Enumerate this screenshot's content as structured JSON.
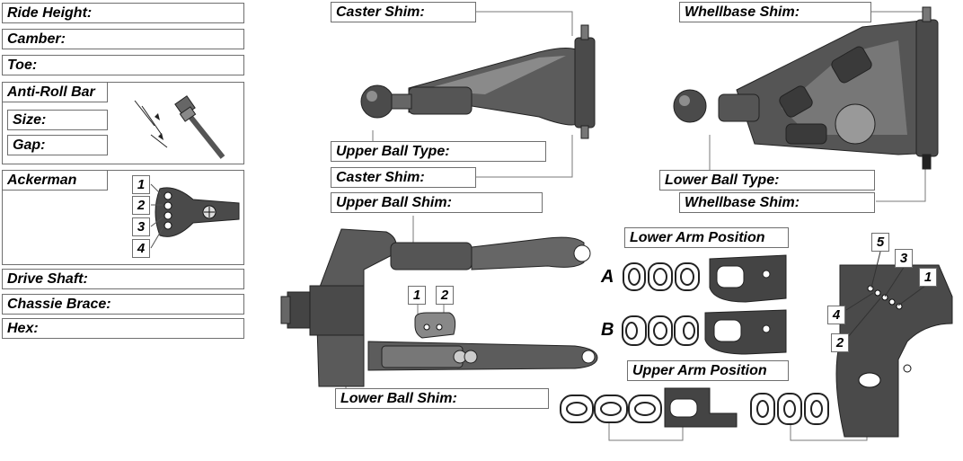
{
  "settings": {
    "ride_height": "Ride Height:",
    "camber": "Camber:",
    "toe": "Toe:",
    "anti_roll_bar": "Anti-Roll Bar",
    "size": "Size:",
    "gap": "Gap:",
    "ackerman": "Ackerman",
    "ackerman_numbers": [
      "1",
      "2",
      "3",
      "4"
    ],
    "drive_shaft": "Drive Shaft:",
    "chassie_brace": "Chassie Brace:",
    "hex": "Hex:"
  },
  "upper_arm": {
    "caster_shim_top": "Caster Shim:",
    "upper_ball_type": "Upper Ball Type:",
    "caster_shim_bottom": "Caster Shim:",
    "upper_ball_shim": "Upper Ball Shim:"
  },
  "lower_arm": {
    "whellbase_shim_top": "Whellbase Shim:",
    "lower_ball_type": "Lower Ball Type:",
    "whellbase_shim_bottom": "Whellbase Shim:"
  },
  "hub": {
    "shim_numbers": [
      "1",
      "2"
    ],
    "lower_ball_shim": "Lower Ball Shim:"
  },
  "positions": {
    "lower_arm_position": "Lower Arm Position",
    "upper_arm_position": "Upper Arm Position",
    "row_a": "A",
    "row_b": "B"
  },
  "bracket": {
    "numbers": [
      "5",
      "3",
      "1",
      "4",
      "2"
    ]
  },
  "colors": {
    "part_dark": "#3a3a3a",
    "part_mid": "#5c5c5c",
    "part_light": "#8a8a8a",
    "label_border": "#6f6f6f"
  }
}
